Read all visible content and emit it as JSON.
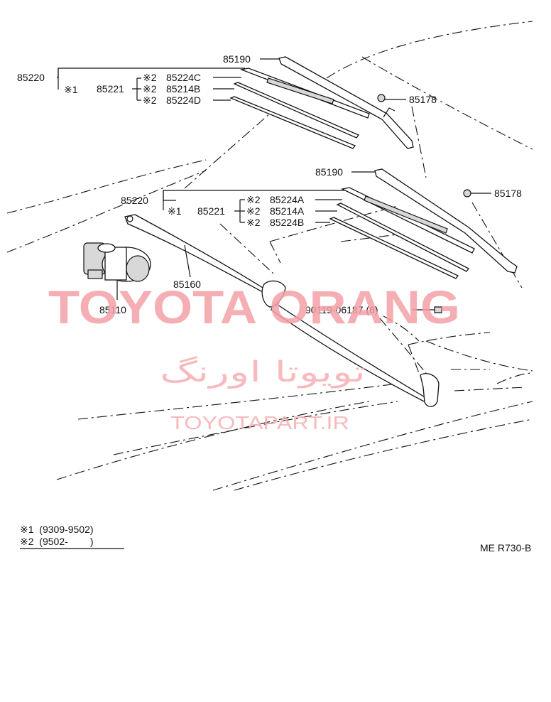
{
  "parts": {
    "arm_upper": "85190",
    "cap_upper": "85178",
    "blade_assy_upper": "85220",
    "note1_upper": "※1",
    "blade_upper": "85221",
    "ins_c_note": "※2",
    "ins_c": "85224C",
    "rubber_b_note": "※2",
    "rubber_b": "85214B",
    "ins_d_note": "※2",
    "ins_d": "85224D",
    "arm_lower": "85190",
    "cap_lower": "85178",
    "blade_assy_lower": "85220",
    "note1_lower": "※1",
    "blade_lower": "85221",
    "ins_a_note": "※2",
    "ins_a": "85224A",
    "rubber_a_note": "※2",
    "rubber_a": "85214A",
    "ins_b_note": "※2",
    "ins_b": "85224B",
    "link": "85160",
    "motor": "85110",
    "bolt": "90119-06187 (6)"
  },
  "legend": {
    "note1": "※1  (9309-9502)",
    "note2": "※2  (9502-        )"
  },
  "ref_code": "ME R730-B",
  "watermark": {
    "brand": "TOYOTA ORANG",
    "persian": "تویوتا اورنگ",
    "url": "TOYOTAPART.IR"
  },
  "icons": {
    "wiper-arm": "wiper-arm-icon",
    "wiper-blade": "wiper-blade-icon",
    "wiper-motor": "wiper-motor-icon",
    "linkage": "wiper-link-icon",
    "cap": "arm-cap-icon",
    "bolt": "bolt-icon"
  }
}
